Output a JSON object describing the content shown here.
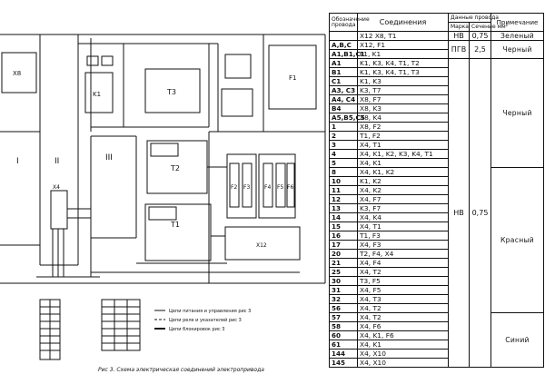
{
  "caption": "Рис 3. Схема электрическая соединений электропривода",
  "legend": [
    "Цепи питания и управления рис 3",
    "Цепи реле и указателей рис 3",
    "Цепи блокировок рис 3"
  ],
  "blocks": {
    "t3": "T3",
    "t2": "T2",
    "t1": "T1",
    "f1": "F1",
    "x12": "X12",
    "x4": "X4",
    "x8": "X8",
    "k": "K1",
    "f2": "F2",
    "f3": "F3",
    "f4": "F4",
    "f5": "F5",
    "f6": "F6",
    "i": "I",
    "ii": "II",
    "iii": "III"
  },
  "table": {
    "headers": {
      "wire": "Обозначение провода",
      "conn": "Соединения",
      "wire_data": "Данные провода",
      "mark": "Марка",
      "section": "Сечение мм²",
      "note": "Примечание"
    },
    "groups": [
      {
        "mark": "НВ",
        "section": "0,75",
        "note": "Зеленый"
      },
      {
        "mark": "ПГВ",
        "section": "2,5",
        "note": "Черный"
      },
      {
        "mark": "НВ",
        "section": "0,75",
        "notes": [
          "Черный",
          "Красный",
          "Синий"
        ]
      }
    ],
    "rows": [
      {
        "wire": "",
        "conn": "X12 X8, T1"
      },
      {
        "wire": "A,B,C",
        "conn": "X12, F1"
      },
      {
        "wire": "A1,B1,C1",
        "conn": "F1, K1"
      },
      {
        "wire": "A1",
        "conn": "K1, K3, K4, T1, T2"
      },
      {
        "wire": "B1",
        "conn": "K1, K3, K4, T1, T3"
      },
      {
        "wire": "C1",
        "conn": "K1, K3"
      },
      {
        "wire": "A3, C3",
        "conn": "K3, T7"
      },
      {
        "wire": "A4, C4",
        "conn": "X8, F7"
      },
      {
        "wire": "B4",
        "conn": "X8, K3"
      },
      {
        "wire": "A5,B5,C5",
        "conn": "X8, K4"
      },
      {
        "wire": "1",
        "conn": "X8, F2"
      },
      {
        "wire": "2",
        "conn": "T1, F2"
      },
      {
        "wire": "3",
        "conn": "X4, T1"
      },
      {
        "wire": "4",
        "conn": "X4, K1, K2, K3, K4, T1"
      },
      {
        "wire": "5",
        "conn": "X4, K1"
      },
      {
        "wire": "8",
        "conn": "X4, K1, K2"
      },
      {
        "wire": "10",
        "conn": "K1, K2"
      },
      {
        "wire": "11",
        "conn": "X4, K2"
      },
      {
        "wire": "12",
        "conn": "X4, F7"
      },
      {
        "wire": "13",
        "conn": "K3, F7"
      },
      {
        "wire": "14",
        "conn": "X4, K4"
      },
      {
        "wire": "15",
        "conn": "X4, T1"
      },
      {
        "wire": "16",
        "conn": "T1, F3"
      },
      {
        "wire": "17",
        "conn": "X4, F3"
      },
      {
        "wire": "20",
        "conn": "T2, F4, X4"
      },
      {
        "wire": "21",
        "conn": "X4, F4"
      },
      {
        "wire": "25",
        "conn": "X4, T2"
      },
      {
        "wire": "30",
        "conn": "T3, F5"
      },
      {
        "wire": "31",
        "conn": "X4, F5"
      },
      {
        "wire": "32",
        "conn": "X4, T3"
      },
      {
        "wire": "56",
        "conn": "X4, T2"
      },
      {
        "wire": "57",
        "conn": "X4, T2"
      },
      {
        "wire": "58",
        "conn": "X4, F6"
      },
      {
        "wire": "60",
        "conn": "X4, K1, F6"
      },
      {
        "wire": "61",
        "conn": "X4, K1"
      },
      {
        "wire": "144",
        "conn": "X4, X10"
      },
      {
        "wire": "145",
        "conn": "X4, X10"
      }
    ]
  }
}
